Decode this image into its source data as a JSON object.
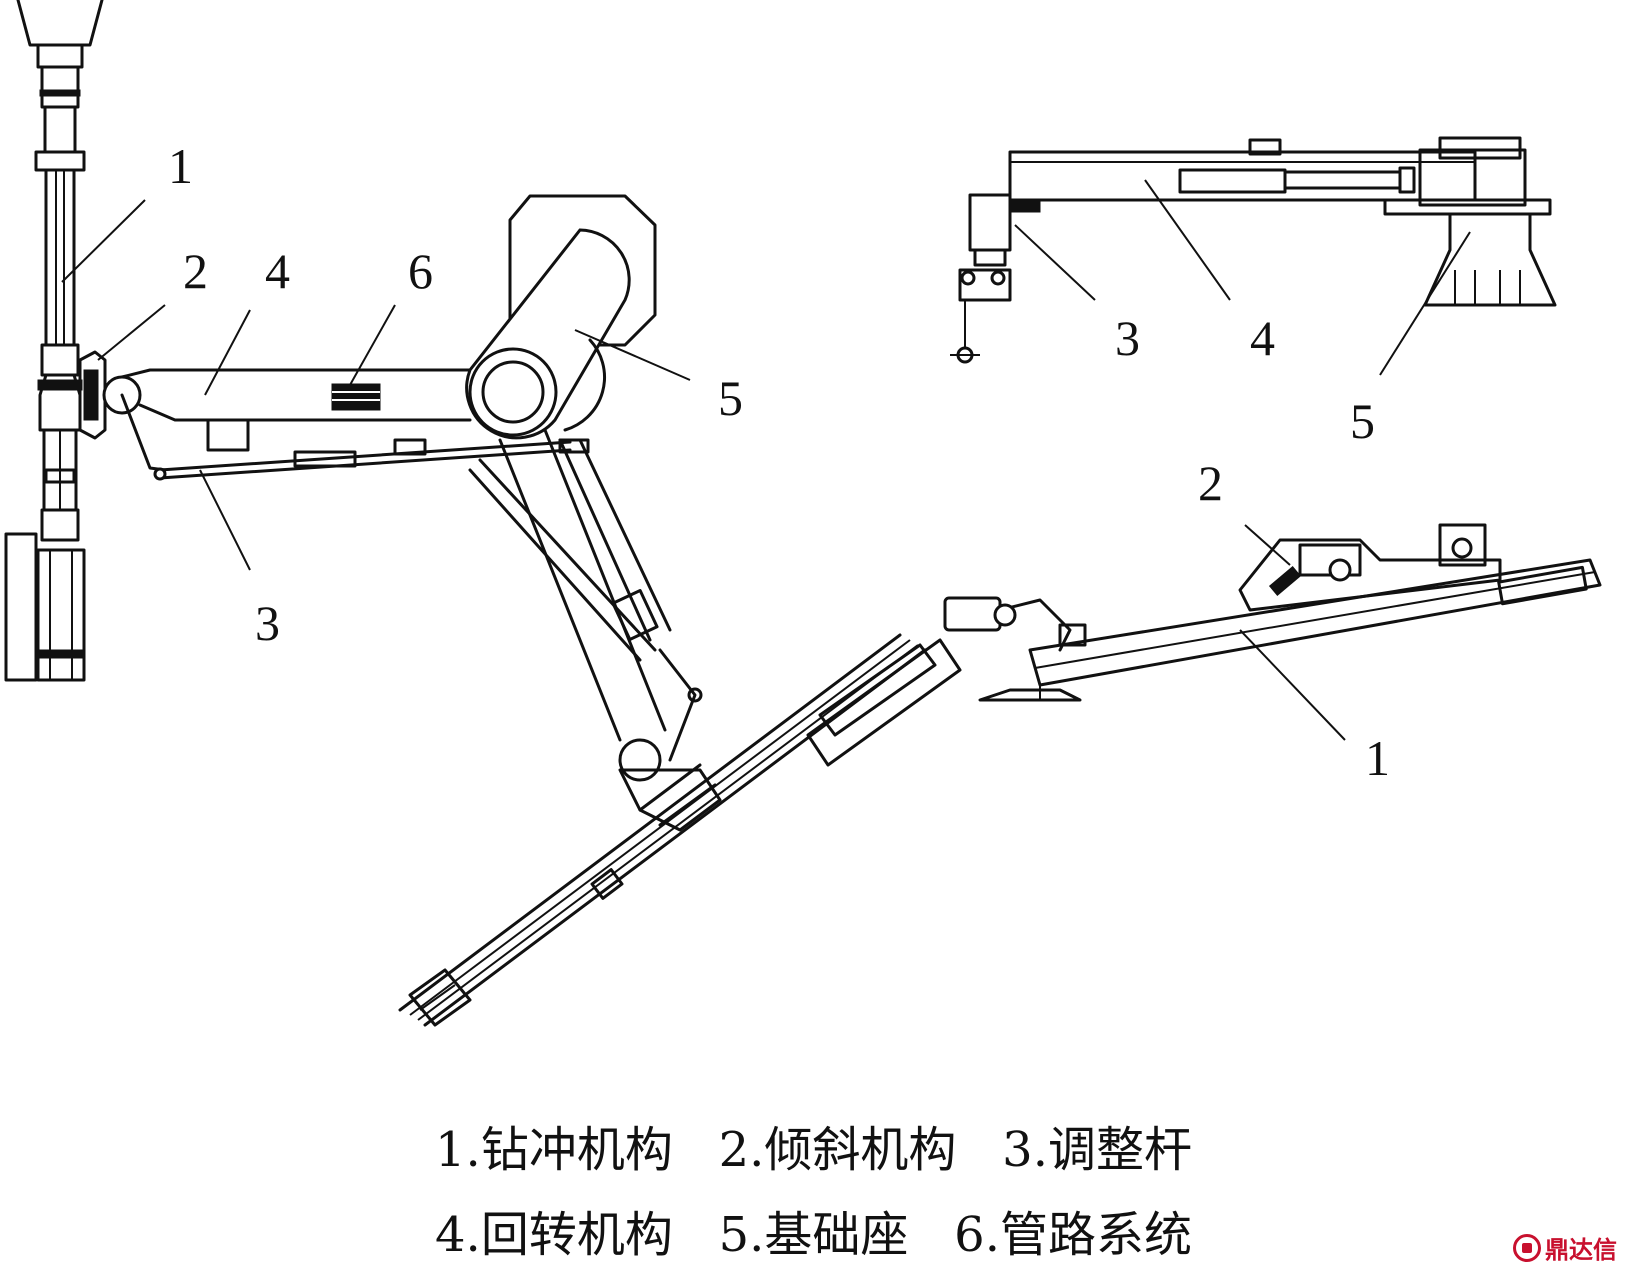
{
  "callouts": {
    "left": [
      "1",
      "2",
      "4",
      "6",
      "5",
      "3"
    ],
    "top_right": [
      "3",
      "4",
      "5"
    ],
    "bottom_right": [
      "2",
      "1"
    ]
  },
  "caption": {
    "line1": "1.钻冲机构   2.倾斜机构   3.调整杆",
    "line2": "4.回转机构   5.基础座   6.管路系统"
  },
  "watermark": {
    "text": "鼎达信",
    "color": "#c8102e"
  },
  "colors": {
    "ink": "#111111",
    "background": "#ffffff"
  }
}
